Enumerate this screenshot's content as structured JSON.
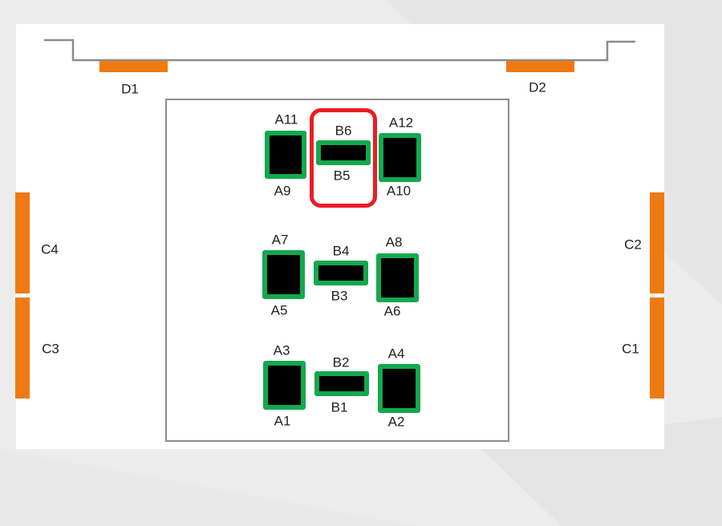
{
  "colors": {
    "door": "#f07a12",
    "unit": "#14a84e",
    "highlight": "#ea1c24",
    "wall": "#8c8c8c"
  },
  "doors": {
    "d1": "D1",
    "d2": "D2"
  },
  "side_units": {
    "c1": "C1",
    "c2": "C2",
    "c3": "C3",
    "c4": "C4"
  },
  "group_top": {
    "a9": "A9",
    "a10": "A10",
    "a11": "A11",
    "a12": "A12",
    "b5": "B5",
    "b6": "B6"
  },
  "group_middle": {
    "a5": "A5",
    "a6": "A6",
    "a7": "A7",
    "a8": "A8",
    "b3": "B3",
    "b4": "B4"
  },
  "group_bottom": {
    "a1": "A1",
    "a2": "A2",
    "a3": "A3",
    "a4": "A4",
    "b1": "B1",
    "b2": "B2"
  }
}
